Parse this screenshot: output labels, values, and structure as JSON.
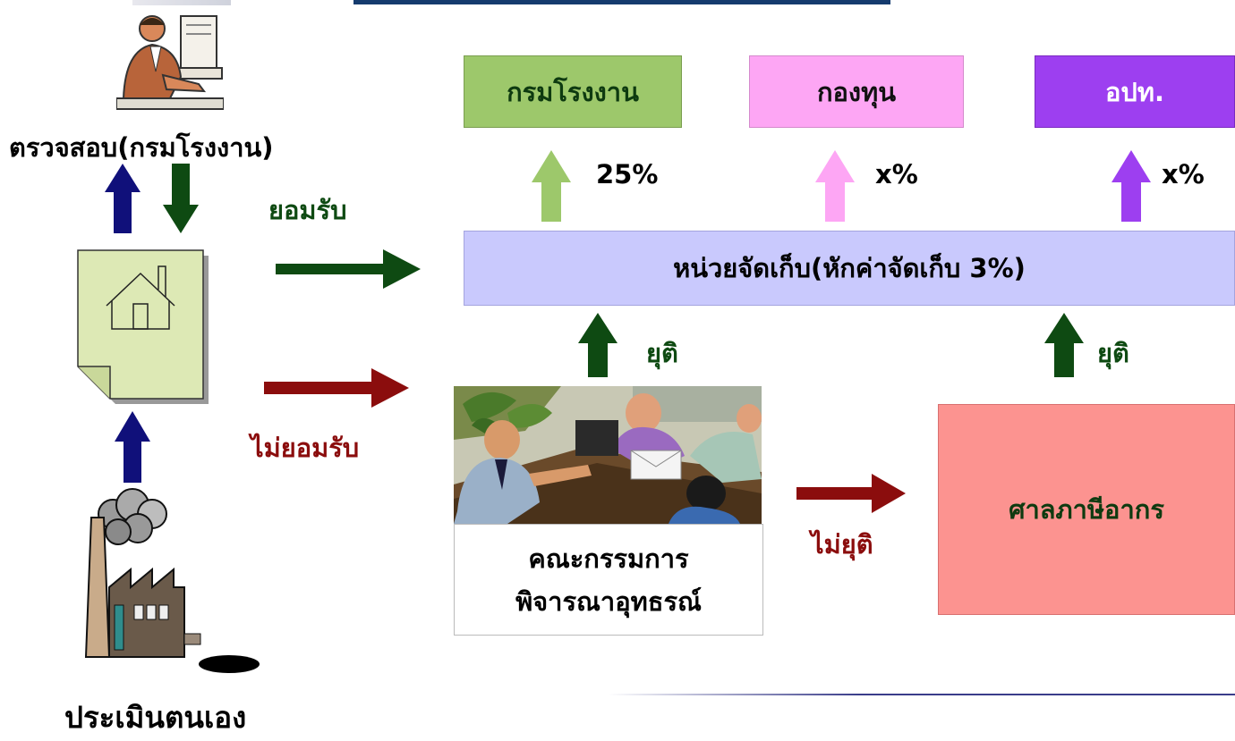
{
  "colors": {
    "dark_green": "#0e4a12",
    "dark_red": "#8b0d0d",
    "navy": "#10107a",
    "green_box": "#9dc86b",
    "pink_box": "#fda6f4",
    "purple_box": "#9d3ff0",
    "collector_box": "#c9c9fd",
    "court_box": "#fc9390",
    "document": "#dde9b5",
    "top_bar": "#153b6e"
  },
  "icons": {
    "officer": "office-worker-at-computer-icon",
    "document": "house-document-icon",
    "factory": "factory-with-smoke-icon",
    "meeting": "committee-meeting-photo"
  },
  "left": {
    "inspect_label": "ตรวจสอบ(กรมโรงงาน)",
    "self_assess_label": "ประเมินตนเอง"
  },
  "flow": {
    "accept_label": "ยอมรับ",
    "reject_label": "ไม่ยอมรับ",
    "settled_left": "ยุติ",
    "settled_right": "ยุติ",
    "not_settled_label": "ไม่ยุติ"
  },
  "recipients": [
    {
      "label": "กรมโรงงาน",
      "share": "25%"
    },
    {
      "label": "กองทุน",
      "share": "x%"
    },
    {
      "label": "อปท.",
      "share": "x%"
    }
  ],
  "collector_label": "หน่วยจัดเก็บ(หักค่าจัดเก็บ 3%)",
  "committee_label": [
    "คณะกรรมการ",
    "พิจารณาอุทธรณ์"
  ],
  "court_label": "ศาลภาษีอากร"
}
